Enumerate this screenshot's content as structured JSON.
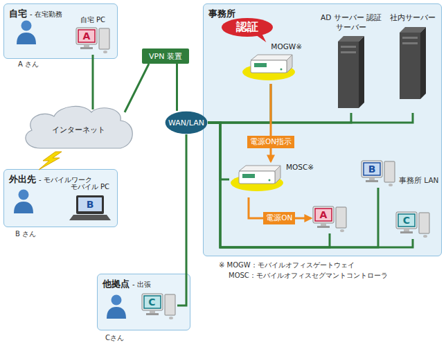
{
  "diagram": {
    "nodes": [
      {
        "text": [
          "自宅",
          "- 在宅勤務"
        ]
      },
      {
        "text": [
          "自宅 PC",
          "A"
        ],
        "in": 0
      },
      {
        "text": [
          "インターネット"
        ]
      },
      {
        "text": [
          "外出先",
          "- モバイルワーク"
        ]
      },
      {
        "text": [
          "モバイル PC",
          "B"
        ],
        "in": 3
      },
      {
        "text": [
          "VPN 装置"
        ]
      },
      {
        "text": [
          "WAN/LAN"
        ]
      },
      {
        "text": [
          "事務所"
        ]
      },
      {
        "text": [
          "認証"
        ],
        "in": 7
      },
      {
        "text": [
          "MOGW※"
        ],
        "in": 7
      },
      {
        "text": [
          "AD サーバー 認証サーバー"
        ],
        "in": 7
      },
      {
        "text": [
          "社内サーバー"
        ],
        "in": 7
      },
      {
        "text": [
          "MOSC※"
        ],
        "in": 7
      },
      {
        "text": [
          "A"
        ],
        "in": 7
      },
      {
        "text": [
          "B"
        ],
        "in": 7
      },
      {
        "text": [
          "C"
        ],
        "in": 7
      },
      {
        "text": [
          "他拠点",
          "- 出張"
        ]
      },
      {
        "text": [
          "C"
        ],
        "in": 16
      }
    ],
    "edges": [
      {
        "from": 1,
        "to": 2,
        "arrow": "none"
      },
      {
        "from": 2,
        "to": 5,
        "arrow": "none"
      },
      {
        "from": 5,
        "to": 6,
        "arrow": "none"
      },
      {
        "from": 6,
        "to": 17,
        "arrow": "none"
      },
      {
        "from": 6,
        "to": 9,
        "arrow": "none"
      },
      {
        "from": 6,
        "to": 10,
        "arrow": "none"
      },
      {
        "from": 6,
        "to": 11,
        "arrow": "none"
      },
      {
        "from": 6,
        "to": 12,
        "arrow": "none"
      },
      {
        "from": 6,
        "to": 13,
        "arrow": "none"
      },
      {
        "from": 6,
        "to": 14,
        "arrow": "none"
      },
      {
        "from": 6,
        "to": 15,
        "arrow": "none"
      },
      {
        "from": 9,
        "to": 12,
        "label": "電源ON指示",
        "arrow": "to"
      },
      {
        "from": 12,
        "to": 13,
        "label": "電源ON",
        "arrow": "to"
      }
    ],
    "labels": [
      "A さん",
      "B さん",
      "事務所 LAN",
      "※ MOGW：モバイルオフィスゲートウェイ",
      "MOSC：モバイルオフィスセグマントコントローラ",
      "Cさん"
    ]
  }
}
